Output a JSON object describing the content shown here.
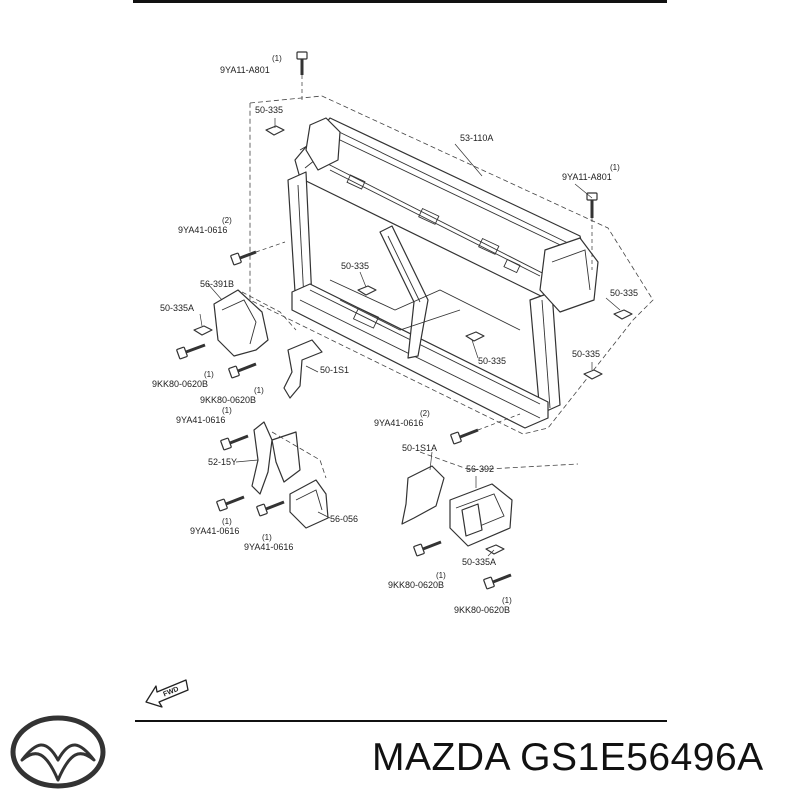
{
  "labels": {
    "bolt_top": "9YA11-A801",
    "bolt_top_qty": "(1)",
    "nut_top": "50-335",
    "frame": "53-110A",
    "bolt_right": "9YA11-A801",
    "bolt_right_qty": "(1)",
    "bolt_left_upper": "9YA41-0616",
    "bolt_left_upper_qty": "(2)",
    "nut_center": "50-335",
    "bracket_left": "56-391B",
    "nut_right_upper": "50-335",
    "nut_a_left": "50-335A",
    "nut_center_low": "50-335",
    "nut_right_low": "50-335",
    "seal_left": "50-1S1",
    "bolt_kk_1": "9KK80-0620B",
    "bolt_kk_1_qty": "(1)",
    "bolt_kk_2": "9KK80-0620B",
    "bolt_kk_2_qty": "(1)",
    "bolt_ya41_a": "9YA41-0616",
    "bolt_ya41_a_qty": "(1)",
    "bolt_ya41_b": "9YA41-0616",
    "bolt_ya41_b_qty": "(2)",
    "seal_right": "50-1S1A",
    "bracket_15y": "52-15Y",
    "bracket_right": "56-392",
    "cover_056": "56-056",
    "nut_a_right": "50-335A",
    "bolt_ya41_c": "9YA41-0616",
    "bolt_ya41_c_qty": "(1)",
    "bolt_ya41_d": "9YA41-0616",
    "bolt_ya41_d_qty": "(1)",
    "bolt_kk_3": "9KK80-0620B",
    "bolt_kk_3_qty": "(1)",
    "bolt_kk_4": "9KK80-0620B",
    "bolt_kk_4_qty": "(1)",
    "fwd": "FWD"
  },
  "footer": {
    "brand_text": "MAZDA GS1E56496A"
  },
  "icons": {
    "logo": "mazda-logo-icon",
    "direction": "fwd-arrow-icon"
  }
}
